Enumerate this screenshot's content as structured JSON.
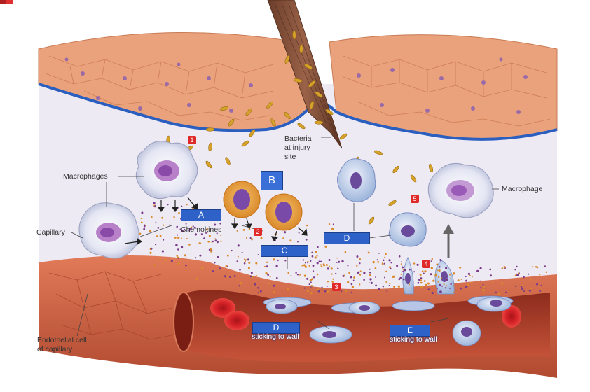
{
  "labels": {
    "macrophages": "Macrophages",
    "chemokines": "Chemokines",
    "capillary": "Capillary",
    "endothelial_line1": "Endothelial cell",
    "endothelial_line2": "of capillary",
    "bacteria_line1": "Bacteria",
    "bacteria_line2": "at injury",
    "bacteria_line3": "site",
    "macrophage": "Macrophage"
  },
  "boxes": {
    "a": "A",
    "b": "B",
    "c": "C",
    "d_upper": "D",
    "d_lower": "D",
    "e": "E"
  },
  "captions": {
    "sticking_left": "sticking to wall",
    "sticking_right": "sticking to wall"
  },
  "steps": [
    "1",
    "2",
    "3",
    "4",
    "5"
  ],
  "colors": {
    "tissue": "#e8a27a",
    "membrane": "#2a5fc0",
    "box_fill": "#2e62c8",
    "step_marker": "#e02a2a",
    "vessel": "#c65a3a",
    "red_blood_cell": "#d8252a"
  }
}
